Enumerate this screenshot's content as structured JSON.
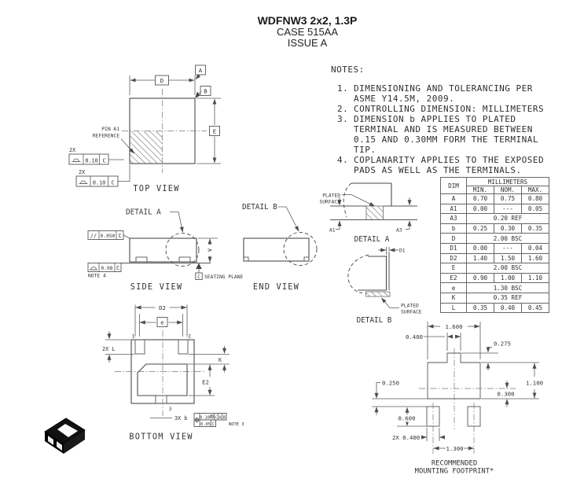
{
  "title": {
    "line1": "WDFNW3 2x2, 1.3P",
    "line2": "CASE 515AA",
    "line3": "ISSUE A"
  },
  "notes": {
    "heading": "NOTES:",
    "items": [
      {
        "num": "1.",
        "text": "DIMENSIONING AND TOLERANCING PER\nASME Y14.5M, 2009."
      },
      {
        "num": "2.",
        "text": "CONTROLLING DIMENSION: MILLIMETERS"
      },
      {
        "num": "3.",
        "text": "DIMENSION b APPLIES TO PLATED\nTERMINAL AND IS MEASURED BETWEEN\n0.15 AND 0.30MM FORM THE TERMINAL\nTIP."
      },
      {
        "num": "4.",
        "text": "COPLANARITY APPLIES TO THE EXPOSED\nPADS AS WELL AS THE TERMINALS."
      }
    ]
  },
  "top_view": {
    "label": "TOP VIEW",
    "dim_d": "D",
    "datum_a": "A",
    "datum_b": "B",
    "dim_e": "E",
    "pin_ref_line1": "PIN A1",
    "pin_ref_line2": "REFERENCE",
    "qty1": "2X",
    "fcf1_tol": "0.10",
    "fcf1_datum": "C",
    "qty2": "2X",
    "fcf2_tol": "0.10",
    "fcf2_datum": "C"
  },
  "side_view": {
    "label": "SIDE VIEW",
    "detail_callout": "DETAIL A",
    "dim_a": "A",
    "fcf_par_sym": "//",
    "fcf_par_tol": "0.050",
    "fcf_par_datum": "C",
    "fcf_prof_tol": "0.08",
    "fcf_prof_datum": "C",
    "note_ref": "NOTE 4",
    "seating_datum": "C",
    "seating_label": "SEATING PLANE"
  },
  "end_view": {
    "label": "END VIEW",
    "detail_callout": "DETAIL B"
  },
  "detail_a": {
    "label": "DETAIL A",
    "plated_line1": "PLATED",
    "plated_line2": "SURFACE",
    "dim_a1": "A1",
    "dim_a3": "A3"
  },
  "detail_b": {
    "label": "DETAIL B",
    "plated_line1": "PLATED",
    "plated_line2": "SURFACE",
    "dim_d1": "D1"
  },
  "dim_table": {
    "unit_header": "MILLIMETERS",
    "dim_header": "DIM",
    "min_header": "MIN.",
    "nom_header": "NOM.",
    "max_header": "MAX.",
    "rows": [
      {
        "dim": "A",
        "min": "0.70",
        "nom": "0.75",
        "max": "0.80"
      },
      {
        "dim": "A1",
        "min": "0.00",
        "nom": "---",
        "max": "0.05"
      },
      {
        "dim": "A3",
        "span": "0.20 REF"
      },
      {
        "dim": "b",
        "min": "0.25",
        "nom": "0.30",
        "max": "0.35"
      },
      {
        "dim": "D",
        "span": "2.00 BSC"
      },
      {
        "dim": "D1",
        "min": "0.00",
        "nom": "---",
        "max": "0.04"
      },
      {
        "dim": "D2",
        "min": "1.40",
        "nom": "1.50",
        "max": "1.60"
      },
      {
        "dim": "E",
        "span": "2.00 BSC"
      },
      {
        "dim": "E2",
        "min": "0.90",
        "nom": "1.00",
        "max": "1.10"
      },
      {
        "dim": "e",
        "span": "1.30 BSC"
      },
      {
        "dim": "K",
        "span": "0.35 REF"
      },
      {
        "dim": "L",
        "min": "0.35",
        "nom": "0.40",
        "max": "0.45"
      }
    ]
  },
  "bottom_view": {
    "label": "BOTTOM VIEW",
    "dim_d2": "D2",
    "dim_e": "e",
    "pin1": "1",
    "pin2": "2",
    "pin3": "3",
    "dim_l": "2X L",
    "dim_k": "K",
    "dim_e2": "E2",
    "callout_b": "3X b",
    "fcf_tol": "0.10",
    "fcf_mod": "M",
    "fcf_d1": "C",
    "fcf_d2": "A",
    "fcf_d3": "B",
    "fcf_tol2": "0.05",
    "fcf_d4": "C",
    "note_ref": "NOTE 3"
  },
  "footprint": {
    "label_line1": "RECOMMENDED",
    "label_line2": "MOUNTING FOOTPRINT*",
    "dim_width": "1.600",
    "dim_tab": "0.400",
    "dim_tab_h": "0.275",
    "dim_gap": "0.250",
    "dim_height": "1.100",
    "dim_center": "0.300",
    "dim_pad_h": "0.600",
    "dim_pad_w": "2X 0.400",
    "dim_pitch": "1.300"
  }
}
